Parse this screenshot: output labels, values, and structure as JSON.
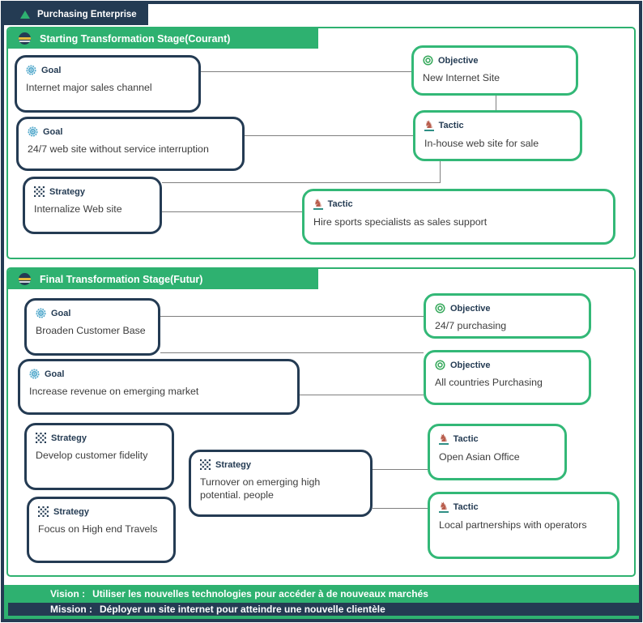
{
  "window": {
    "title": "Purchasing Enterprise"
  },
  "sections": [
    {
      "title": "Starting Transformation Stage(Courant)",
      "nodes": [
        {
          "type": "Goal",
          "text": "Internet major sales channel"
        },
        {
          "type": "Goal",
          "text": "24/7 web site without service interruption"
        },
        {
          "type": "Strategy",
          "text": "Internalize Web site"
        },
        {
          "type": "Objective",
          "text": "New Internet Site"
        },
        {
          "type": "Tactic",
          "text": "In-house web site for sale"
        },
        {
          "type": "Tactic",
          "text": "Hire sports specialists as sales support"
        }
      ]
    },
    {
      "title": "Final Transformation Stage(Futur)",
      "nodes": [
        {
          "type": "Goal",
          "text": "Broaden Customer Base"
        },
        {
          "type": "Goal",
          "text": "Increase revenue on emerging market"
        },
        {
          "type": "Strategy",
          "text": "Develop customer fidelity"
        },
        {
          "type": "Strategy",
          "text": "Turnover on emerging high potential. people"
        },
        {
          "type": "Strategy",
          "text": "Focus on High end Travels"
        },
        {
          "type": "Objective",
          "text": "24/7 purchasing"
        },
        {
          "type": "Objective",
          "text": "All countries Purchasing"
        },
        {
          "type": "Tactic",
          "text": "Open Asian Office"
        },
        {
          "type": "Tactic",
          "text": "Local partnerships with operators"
        }
      ]
    }
  ],
  "footer": {
    "vision_label": "Vision :",
    "vision_text": "Utiliser les nouvelles technologies pour accéder à de nouveaux marchés",
    "mission_label": "Mission :",
    "mission_text": "Déployer un site internet pour atteindre une nouvelle clientèle"
  },
  "icons": {
    "enterprise": "green-triangle-icon",
    "stage": "layered-sphere-icon",
    "goal": "teal-target-icon",
    "strategy": "navy-checkerboard-icon",
    "objective": "green-double-ring-icon",
    "tactic": "red-knight-icon"
  },
  "colors": {
    "navy": "#243b53",
    "green": "#2eb170",
    "node_green_border": "#33b877",
    "connector_gray": "#7f7f7f",
    "goal_icon": "#3f9ec4",
    "objective_icon": "#37a95c",
    "tactic_icon": "#b85c4b"
  }
}
